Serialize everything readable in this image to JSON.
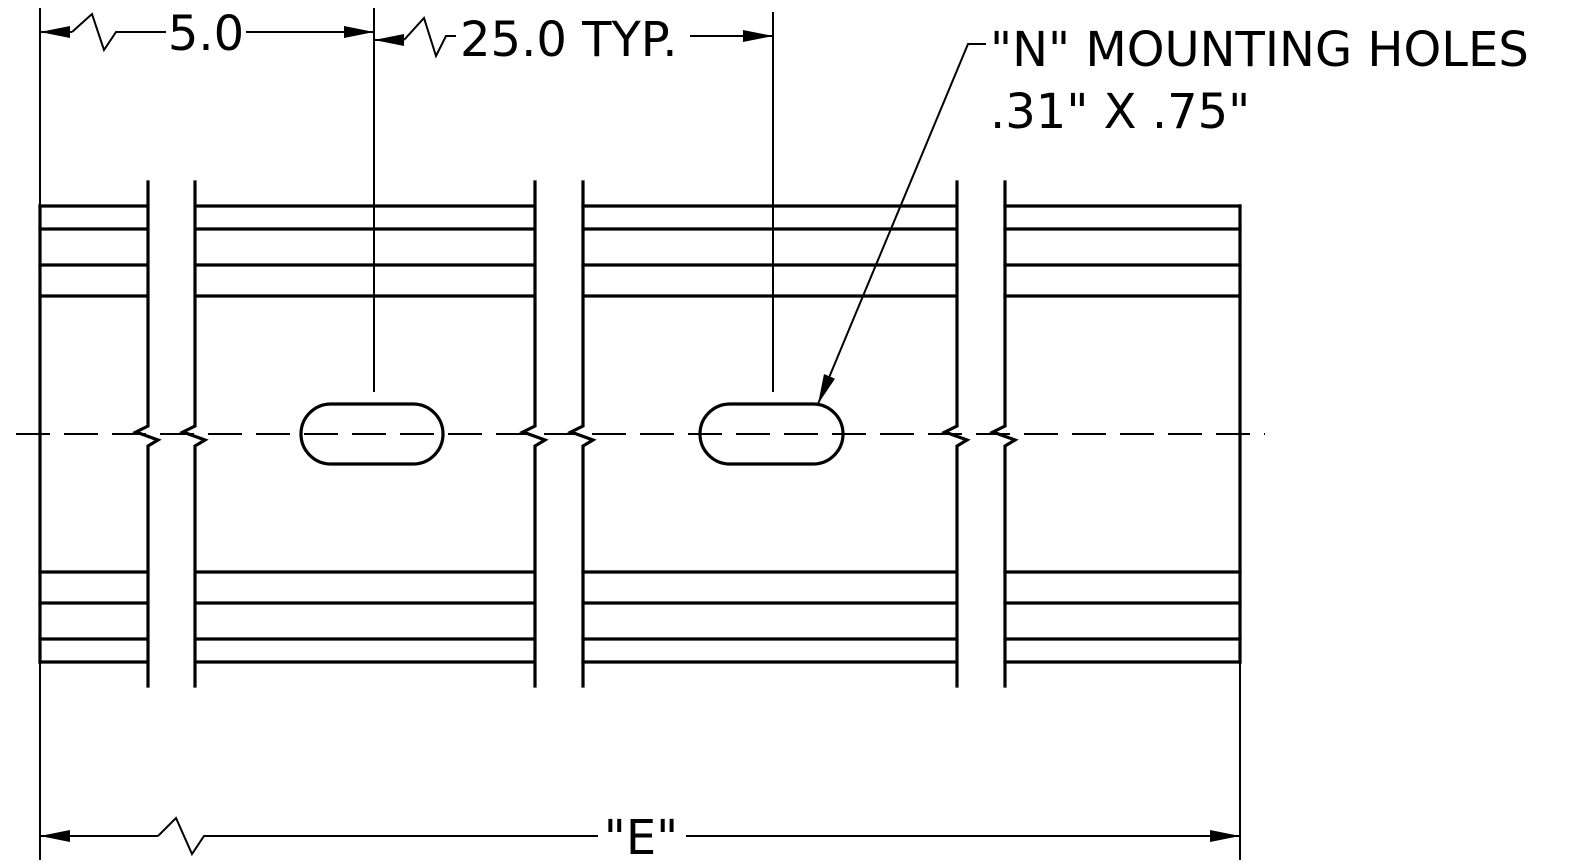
{
  "dimensions": {
    "first_hole_offset": "5.0",
    "hole_spacing": "25.0 TYP.",
    "overall_length": "\"E\""
  },
  "callout": {
    "line1": "\"N\" MOUNTING HOLES",
    "line2": ".31\" X .75\""
  },
  "colors": {
    "line": "#000000",
    "background": "#ffffff"
  }
}
